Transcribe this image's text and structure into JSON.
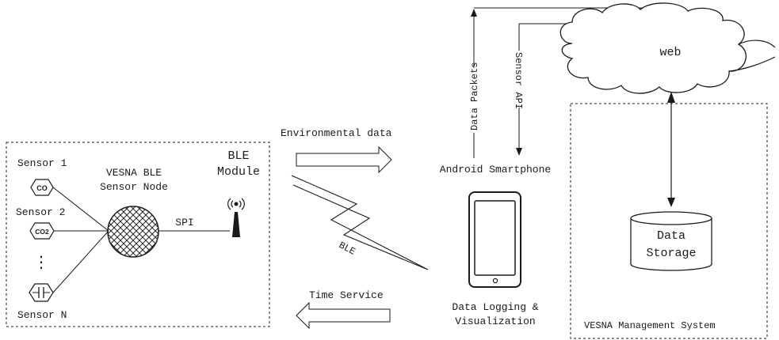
{
  "sensor_node": {
    "sensor_1_label": "Sensor 1",
    "sensor_2_label": "Sensor 2",
    "sensor_n_label": "Sensor N",
    "co_text": "CO",
    "co2_text": "CO2",
    "ellipsis": "⋮",
    "node_title_line1": "VESNA BLE",
    "node_title_line2": "Sensor Node",
    "ble_module_line1": "BLE",
    "ble_module_line2": "Module",
    "spi_label": "SPI"
  },
  "links": {
    "environmental_data": "Environmental data",
    "ble_label": "BLE",
    "time_service": "Time Service"
  },
  "smartphone": {
    "title": "Android Smartphone",
    "caption_line1": "Data Logging &",
    "caption_line2": "Visualization",
    "data_packets": "Data Packets",
    "sensor_api": "Sensor API"
  },
  "cloud": {
    "label": "web"
  },
  "management": {
    "storage_line1": "Data",
    "storage_line2": "Storage",
    "system_label": "VESNA Management System"
  }
}
